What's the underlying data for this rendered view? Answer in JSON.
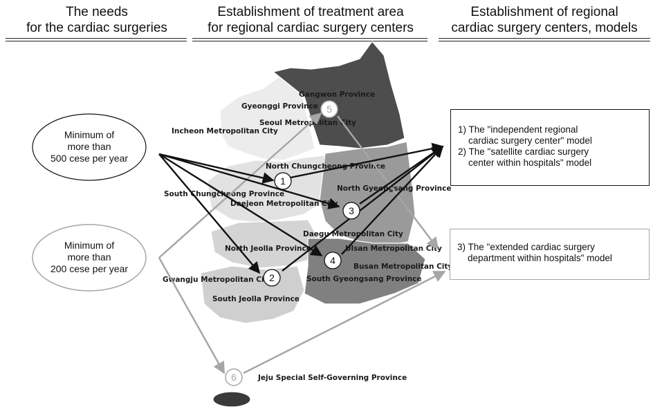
{
  "headers": {
    "needs": [
      "The needs",
      "for the cardiac surgeries"
    ],
    "treatment_area": [
      "Establishment of treatment area",
      "for regional cardiac surgery centers"
    ],
    "models": [
      "Establishment of  regional",
      "cardiac surgery centers, models"
    ]
  },
  "needs": {
    "min500": [
      "Minimum of",
      "more than",
      "500 cese per year"
    ],
    "min200": [
      "Minimum of",
      "more than",
      "200 cese per year"
    ]
  },
  "models": {
    "box1": [
      "1) The \"independent regional",
      "    cardiac surgery center\" model",
      "2) The \"satellite cardiac surgery",
      "    center within hospitals\" model"
    ],
    "box2": [
      "3) The \"extended cardiac surgery",
      "    department within hospitals\" model"
    ]
  },
  "map_labels": {
    "gangwon": "Gangwon Province",
    "gyeonggi": "Gyeonggi Province",
    "seoul": "Seoul Metropolitan City",
    "incheon": "Incheon Metropolitan City",
    "north_chungcheong": "North Chungcheong Province",
    "north_gyeongsang": "North Gyeongsang Province",
    "south_chungcheong": "South Chungcheong Province",
    "daejeon": "Daejeon Metropolitan City",
    "daegu": "Daegu Metropolitan City",
    "ulsan": "Ulsan Metropolitan City",
    "north_jeolla": "North Jeolla Province",
    "busan": "Busan Metropolitan City",
    "gwangju": "Gwangju Metropolitan City",
    "south_gyeongsang": "South Gyeongsang Province",
    "south_jeolla": "South Jeolla Province",
    "jeju": "Jeju Special Self-Governing Province"
  },
  "area_numbers": [
    "1",
    "2",
    "3",
    "4",
    "5",
    "6"
  ],
  "colors": {
    "dark_region": "#4d4d4d",
    "mid_region": "#9a9a9a",
    "light_region": "#d4d4d4",
    "pale_region": "#ececec",
    "black_arrow": "#111111",
    "gray_arrow": "#a6a6a6"
  }
}
